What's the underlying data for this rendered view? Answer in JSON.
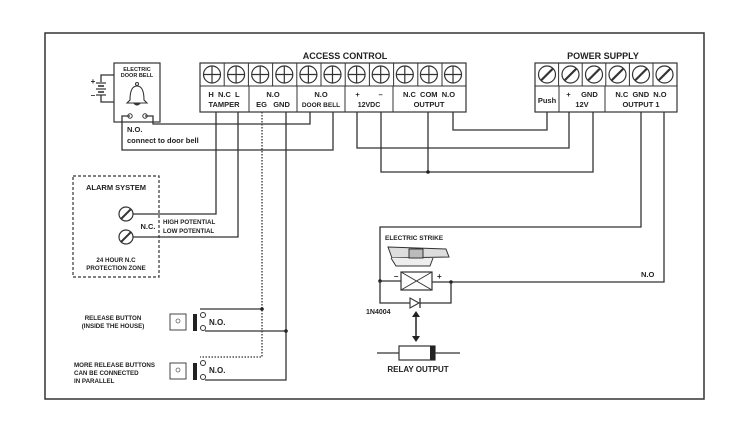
{
  "access_control": {
    "title": "ACCESS CONTROL",
    "terminal_icon": "phillips-screw-icon",
    "groups": [
      {
        "top": "H  N.C  L",
        "bottom": "TAMPER"
      },
      {
        "top": "N.O",
        "bottom": "EG   GND"
      },
      {
        "top": "N.O",
        "bottom": "DOOR BELL"
      },
      {
        "top": "+         –",
        "bottom": "12VDC"
      },
      {
        "top": "N.C  COM  N.O",
        "bottom": "OUTPUT"
      }
    ]
  },
  "power_supply": {
    "title": "POWER SUPPLY",
    "terminal_icon": "slotted-screw-icon",
    "groups": [
      {
        "top": "Push",
        "bottom": ""
      },
      {
        "top": "+     GND",
        "bottom": "12V"
      },
      {
        "top": "N.C  GND  N.O",
        "bottom": "OUTPUT 1"
      }
    ]
  },
  "door_bell": {
    "title_line1": "ELECTRIC",
    "title_line2": "DOOR BELL",
    "contact_label": "N.O.",
    "note": "connect to door bell",
    "battery_plus": "+",
    "battery_minus": "–"
  },
  "alarm_system": {
    "title": "ALARM SYSTEM",
    "contact_label": "N.C.",
    "high": "HIGH POTENTIAL",
    "low": "LOW POTENTIAL",
    "zone_line1": "24 HOUR N.C",
    "zone_line2": "PROTECTION ZONE"
  },
  "release_buttons": [
    {
      "label_lines": [
        "RELEASE BUTTON",
        "(INSIDE THE HOUSE)"
      ],
      "contact": "N.O."
    },
    {
      "label_lines": [
        "MORE RELEASE BUTTONS",
        "CAN BE CONNECTED",
        "IN PARALLEL"
      ],
      "contact": "N.O."
    }
  ],
  "electric_strike": {
    "title": "ELECTRIC STRIKE",
    "minus": "–",
    "plus": "+",
    "diode": "1N4004",
    "no_label": "N.O"
  },
  "relay": {
    "label": "RELAY OUTPUT"
  }
}
